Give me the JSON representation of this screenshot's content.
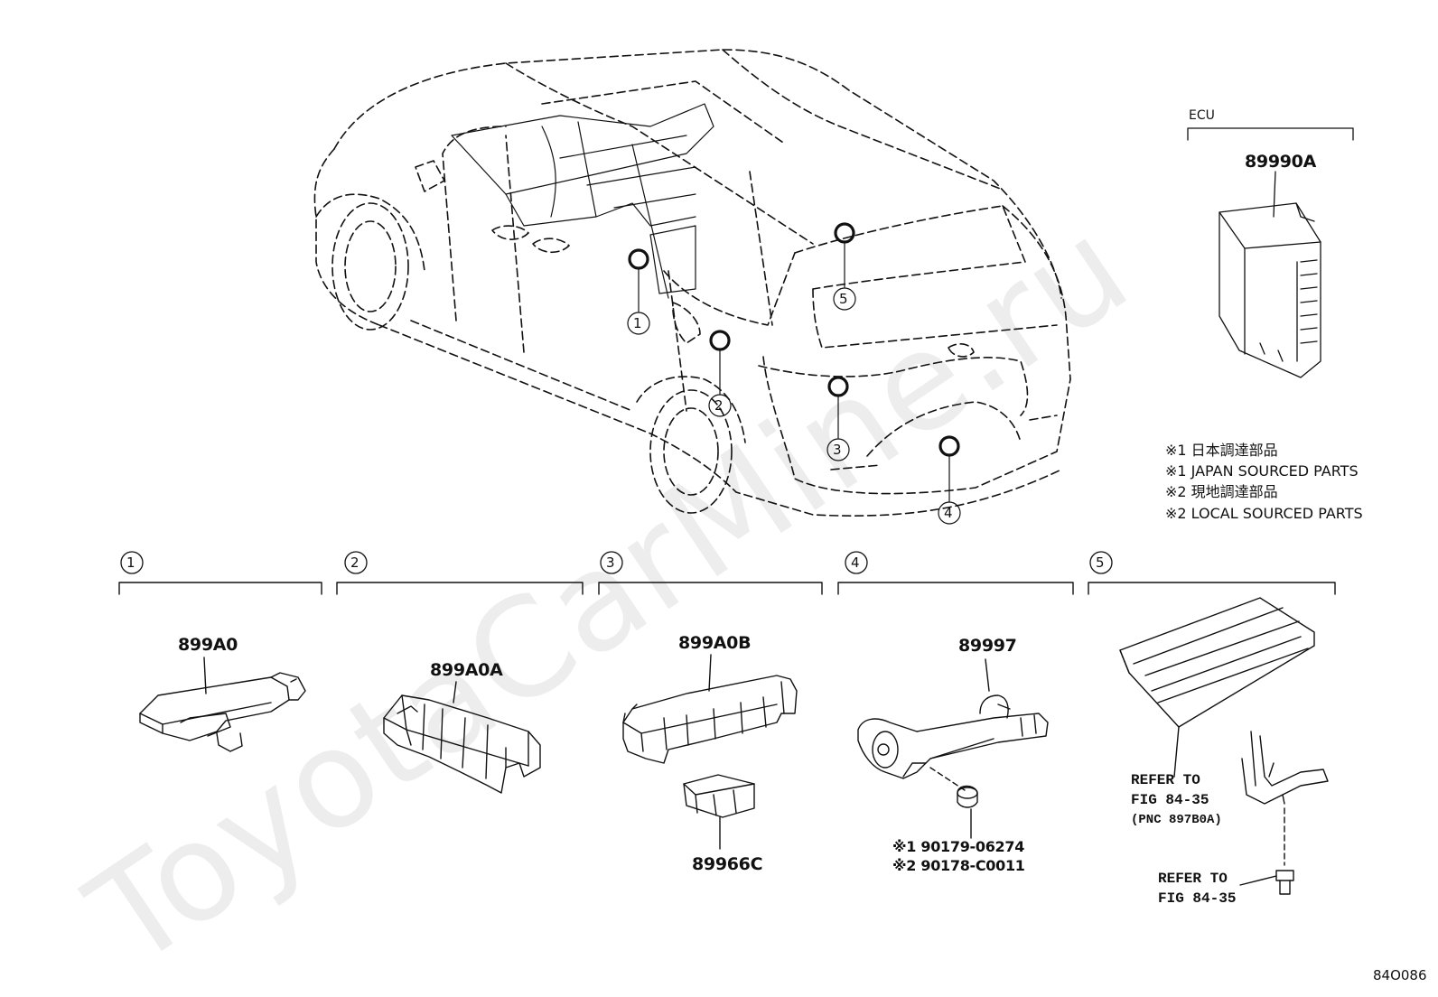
{
  "watermark": "ToyotaCarMine.ru",
  "ecu": {
    "group_label": "ECU",
    "part_number": "89990A"
  },
  "notes": [
    "※1 日本調達部品",
    "※1 JAPAN SOURCED PARTS",
    "※2 現地調達部品",
    "※2 LOCAL SOURCED PARTS"
  ],
  "callouts": [
    "1",
    "2",
    "3",
    "4",
    "5"
  ],
  "sections": [
    {
      "num": "1",
      "parts": [
        "899A0"
      ]
    },
    {
      "num": "2",
      "parts": [
        "899A0A"
      ]
    },
    {
      "num": "3",
      "parts": [
        "899A0B",
        "89966C"
      ]
    },
    {
      "num": "4",
      "parts": [
        "89997"
      ],
      "fasteners": [
        "※1 90179-06274",
        "※2 90178-C0011"
      ]
    },
    {
      "num": "5",
      "refs": [
        {
          "line1": "REFER TO",
          "line2": "FIG 84-35",
          "line3": "(PNC 897B0A)"
        },
        {
          "line1": "REFER TO",
          "line2": "FIG 84-35"
        }
      ]
    }
  ],
  "figure_id": "84O086"
}
